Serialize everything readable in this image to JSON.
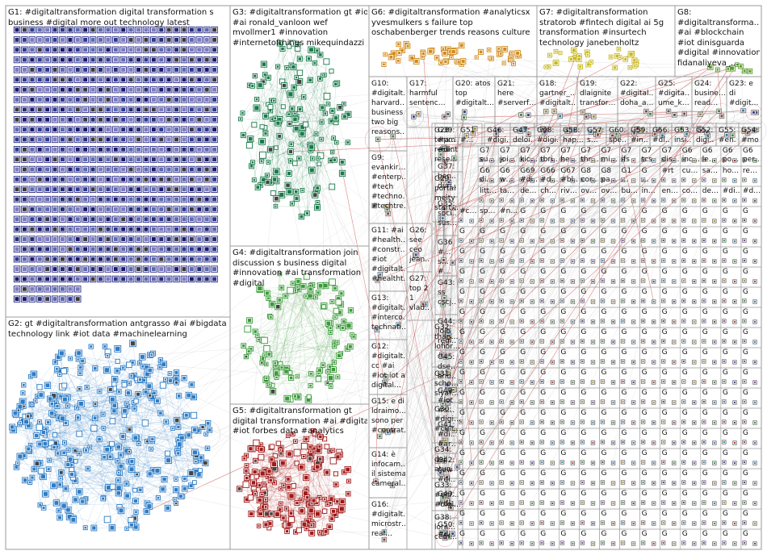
{
  "groups": [
    {
      "id": "G1",
      "label": "G1: #digitaltransformation digital transformation s\nbusiness #digital more out technology latest",
      "color": "#2a2a88"
    },
    {
      "id": "G2",
      "label": "G2: gt #digitaltransformation antgrasso #ai #bigdata\ntechnology link #iot data #machinelearning",
      "color": "#2e7cc4"
    },
    {
      "id": "G3",
      "label": "G3: #digitaltransformation gt #iot\n#ai ronald_vanloon wef\nmvollmer1 #innovation\n#internetofthings mikequindazzi",
      "color": "#1a7a4a"
    },
    {
      "id": "G4",
      "label": "G4: #digitaltransformation join\ndiscussion s business digital\n#innovation #ai transformation\n#digital",
      "color": "#3a9a3a"
    },
    {
      "id": "G5",
      "label": "G5: #digitaltransformation gt\ndigital transformation #ai #digital\n#iot forbes data #analytics",
      "color": "#a01818"
    },
    {
      "id": "G6",
      "label": "G6: #digitaltransformation #analyticsx\nyvesmulkers s failure top\noschabenberger trends reasons culture",
      "color": "#d08a1a"
    },
    {
      "id": "G7",
      "label": "G7: #digitaltransformation\nstratorob #fintech digital ai 5g\ntransformation #insurtech\ntechnology janebenholtz",
      "color": "#c8b820"
    },
    {
      "id": "G8",
      "label": "G8:\n#digitaltransforma…\n#ai #blockchain\n#iot dinisguarda\n#digital #innovation\nfidanaliyeva_…",
      "color": "#5a9a2a"
    },
    {
      "id": "G9",
      "label": "G9:\nevankir…\n#enterp…\n#tech\n#techno…\n#techtre…",
      "color": "#333"
    },
    {
      "id": "G10",
      "label": "G10:\n#digitalt…\nharvard…\nbusiness\ntwo big\nreasons…",
      "color": "#333"
    },
    {
      "id": "G11",
      "label": "G11: #ai\n#health…\n#constr…\n#iot\n#digitalt…\n#healtht…",
      "color": "#333"
    },
    {
      "id": "G12",
      "label": "G12:\n#digitalt…\ncc #ai\n#iot iot ai\ndigital…",
      "color": "#333"
    },
    {
      "id": "G13",
      "label": "G13:\n#digitalt…\n#interco…\ntechnati…",
      "color": "#333"
    },
    {
      "id": "G14",
      "label": "G14: è\ninfocam…\nil sistema\ncameral…",
      "color": "#333"
    },
    {
      "id": "G15",
      "label": "G15: e di\nldraimo…\nsono per\n#contrat…",
      "color": "#333"
    },
    {
      "id": "G16",
      "label": "G16:\n#digitalt…\nmicrostr…\nreal…",
      "color": "#333"
    },
    {
      "id": "G17",
      "label": "G17:\nharmful\nsentenc…",
      "color": "#333"
    },
    {
      "id": "G18",
      "label": "G18:\ngartner_…\n#digitalt…",
      "color": "#333"
    },
    {
      "id": "G19",
      "label": "G19:\ndlaignite\ntransfor…",
      "color": "#333"
    },
    {
      "id": "G20",
      "label": "G20: atos\ntop\n#digitalt…",
      "color": "#333"
    },
    {
      "id": "G21",
      "label": "G21:\nhere\n#serverf…",
      "color": "#333"
    },
    {
      "id": "G22",
      "label": "G22:\n#digital…\ndoha_a…",
      "color": "#333"
    },
    {
      "id": "G23",
      "label": "G23: e\ndi\n#digit…",
      "color": "#333"
    },
    {
      "id": "G24",
      "label": "G24:\nbusine…\nread…",
      "color": "#333"
    },
    {
      "id": "G25",
      "label": "G25:\n#digita…\nume_k…",
      "color": "#333"
    },
    {
      "id": "G26",
      "label": "G26:\nsee\nceo\njean…",
      "color": "#333"
    },
    {
      "id": "G27",
      "label": "G27:\ntop 2\n1\nvlad…",
      "color": "#333"
    },
    {
      "id": "G28",
      "label": "G28:\ntera…\nrecent\nrese…",
      "color": "#333"
    },
    {
      "id": "G29",
      "label": "G29:\nportal\nmeity\nstart…",
      "color": "#333"
    },
    {
      "id": "G30",
      "label": "G30:\n#digi…\n#cult…",
      "color": "#333"
    },
    {
      "id": "G31",
      "label": "G31:\nscho…\nsiyaf…",
      "color": "#333"
    },
    {
      "id": "G32",
      "label": "G32:\nthan…\nlofior…",
      "color": "#333"
    },
    {
      "id": "G33",
      "label": "G33:\n#unl…\n#digi…",
      "color": "#333"
    },
    {
      "id": "G34",
      "label": "G34:\ndeji\natun…",
      "color": "#333"
    },
    {
      "id": "G35",
      "label": "G35:\nsoci…\nsus…",
      "color": "#333"
    },
    {
      "id": "G36",
      "label": "G36\n#…\ns…\n#…",
      "color": "#333"
    },
    {
      "id": "G37",
      "label": "G37:\nben…\nduri…",
      "color": "#333"
    },
    {
      "id": "G38",
      "label": "G38:\nlora…\ncem…",
      "color": "#333"
    },
    {
      "id": "G39",
      "label": "G39:\n#pml\n#di…",
      "color": "#333"
    },
    {
      "id": "G40",
      "label": "G40:\n#iot\n#s…",
      "color": "#333"
    },
    {
      "id": "G41",
      "label": "G41:\n#di…\n#ar…",
      "color": "#333"
    },
    {
      "id": "G42",
      "label": "G42:\nnew\n#di…",
      "color": "#333"
    },
    {
      "id": "G43",
      "label": "G43:\nss\ncscj…",
      "color": "#333"
    },
    {
      "id": "G44",
      "label": "G44:\njoin\nregi…",
      "color": "#333"
    },
    {
      "id": "G45",
      "label": "G45:\ndse…\nand…",
      "color": "#333"
    },
    {
      "id": "G46",
      "label": "G46:\n#digi…",
      "color": "#333"
    },
    {
      "id": "G47",
      "label": "G47:\ndeloi…",
      "color": "#333"
    },
    {
      "id": "G48",
      "label": "G48:\n#digi…",
      "color": "#333"
    },
    {
      "id": "G49",
      "label": "G49:\n#di…",
      "color": "#333"
    },
    {
      "id": "G50",
      "label": "G50:\n#di…",
      "color": "#333"
    },
    {
      "id": "G51",
      "label": "G51\n#…",
      "color": "#333"
    },
    {
      "id": "G52",
      "label": "G52:\ndigi…",
      "color": "#333"
    },
    {
      "id": "G53",
      "label": "G53:\ninsi…",
      "color": "#333"
    },
    {
      "id": "G54",
      "label": "G54:\n#mo…",
      "color": "#333"
    },
    {
      "id": "G55",
      "label": "G55:\n#en…",
      "color": "#333"
    },
    {
      "id": "G56",
      "label": "G56:\n#di…",
      "color": "#333"
    },
    {
      "id": "G57",
      "label": "G57:\ns…",
      "color": "#333"
    },
    {
      "id": "G58",
      "label": "G58:\nhap…",
      "color": "#333"
    },
    {
      "id": "G59",
      "label": "G59:\n#in…",
      "color": "#333"
    },
    {
      "id": "G60",
      "label": "G60:\nspe…",
      "color": "#333"
    }
  ],
  "tiny_labels": [
    "G7\nsu…",
    "G7\njoi…",
    "G7\nkic…",
    "G7\ntbri…",
    "G7\nhe…",
    "G7\nthr…",
    "G7\nmi…",
    "G7\nifs",
    "G7\ntcs",
    "G7\ndis…",
    "G6\ninc…",
    "G6\nle…",
    "G6\npo…",
    "G6\nper…",
    "G6\ndi…",
    "G6\nw…",
    "G69\n#di…",
    "G66\n#d…",
    "G67\n#bl…",
    "G8\ncor…",
    "G8\npa…",
    "G1\n…",
    "G\n…",
    "#rt",
    "cu…",
    "sa…",
    "ho…",
    "re…",
    "litt…",
    "ta…",
    "de…",
    "ch…",
    "riv…",
    "ov…",
    "ov…",
    "bu…",
    "in…",
    "en…",
    "co…",
    "de…",
    "#di…",
    "#d…",
    "#c…",
    "sp…",
    "#n…"
  ],
  "palette": {
    "background": "#ffffff",
    "border": "#9a9a9a",
    "edge": "#9c9c9c",
    "edge_red": "#c02020"
  }
}
